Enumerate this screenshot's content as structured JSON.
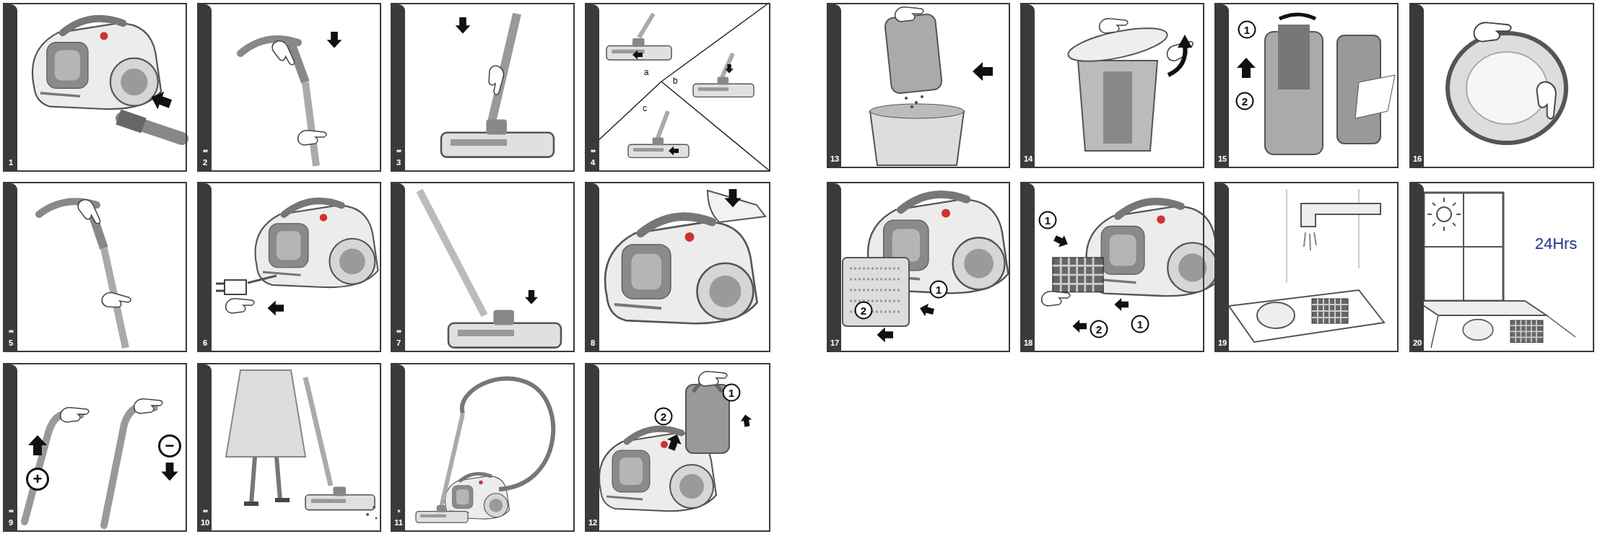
{
  "diagram": {
    "nodes": [
      {
        "text": [
          "1"
        ]
      },
      {
        "text": [
          "**",
          "2"
        ]
      },
      {
        "text": [
          "**",
          "3"
        ]
      },
      {
        "text": [
          "**",
          "4"
        ]
      },
      {
        "text": [
          "**",
          "5"
        ]
      },
      {
        "text": [
          "6"
        ]
      },
      {
        "text": [
          "**",
          "7"
        ]
      },
      {
        "text": [
          "8"
        ]
      },
      {
        "text": [
          "**",
          "9"
        ]
      },
      {
        "text": [
          "**",
          "10"
        ]
      },
      {
        "text": [
          "*",
          "11"
        ]
      },
      {
        "text": [
          "12"
        ]
      },
      {
        "text": [
          "13"
        ]
      },
      {
        "text": [
          "14"
        ]
      },
      {
        "text": [
          "15"
        ]
      },
      {
        "text": [
          "16"
        ]
      },
      {
        "text": [
          "17"
        ]
      },
      {
        "text": [
          "18"
        ]
      },
      {
        "text": [
          "19"
        ]
      },
      {
        "text": [
          "20"
        ]
      }
    ],
    "labels": [
      "a",
      "b",
      "c",
      "+",
      "−",
      "1",
      "2",
      "1",
      "2",
      "1",
      "2",
      "1",
      "1",
      "2",
      "24Hrs"
    ]
  }
}
